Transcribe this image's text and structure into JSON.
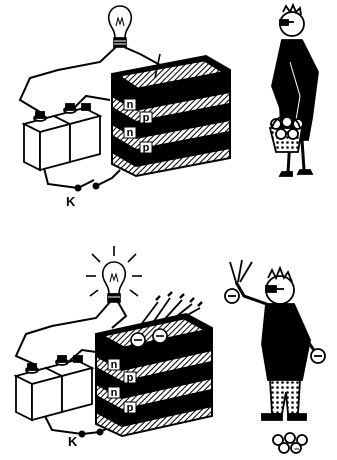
{
  "panel_top": {
    "switch_label": "K",
    "layer_labels": [
      "n",
      "p",
      "n",
      "p"
    ]
  },
  "panel_bottom": {
    "switch_label": "K",
    "layer_labels": [
      "n",
      "p",
      "n",
      "p"
    ],
    "charge_sign": "−"
  },
  "colors": {
    "ink": "#000000",
    "paper": "#ffffff"
  }
}
